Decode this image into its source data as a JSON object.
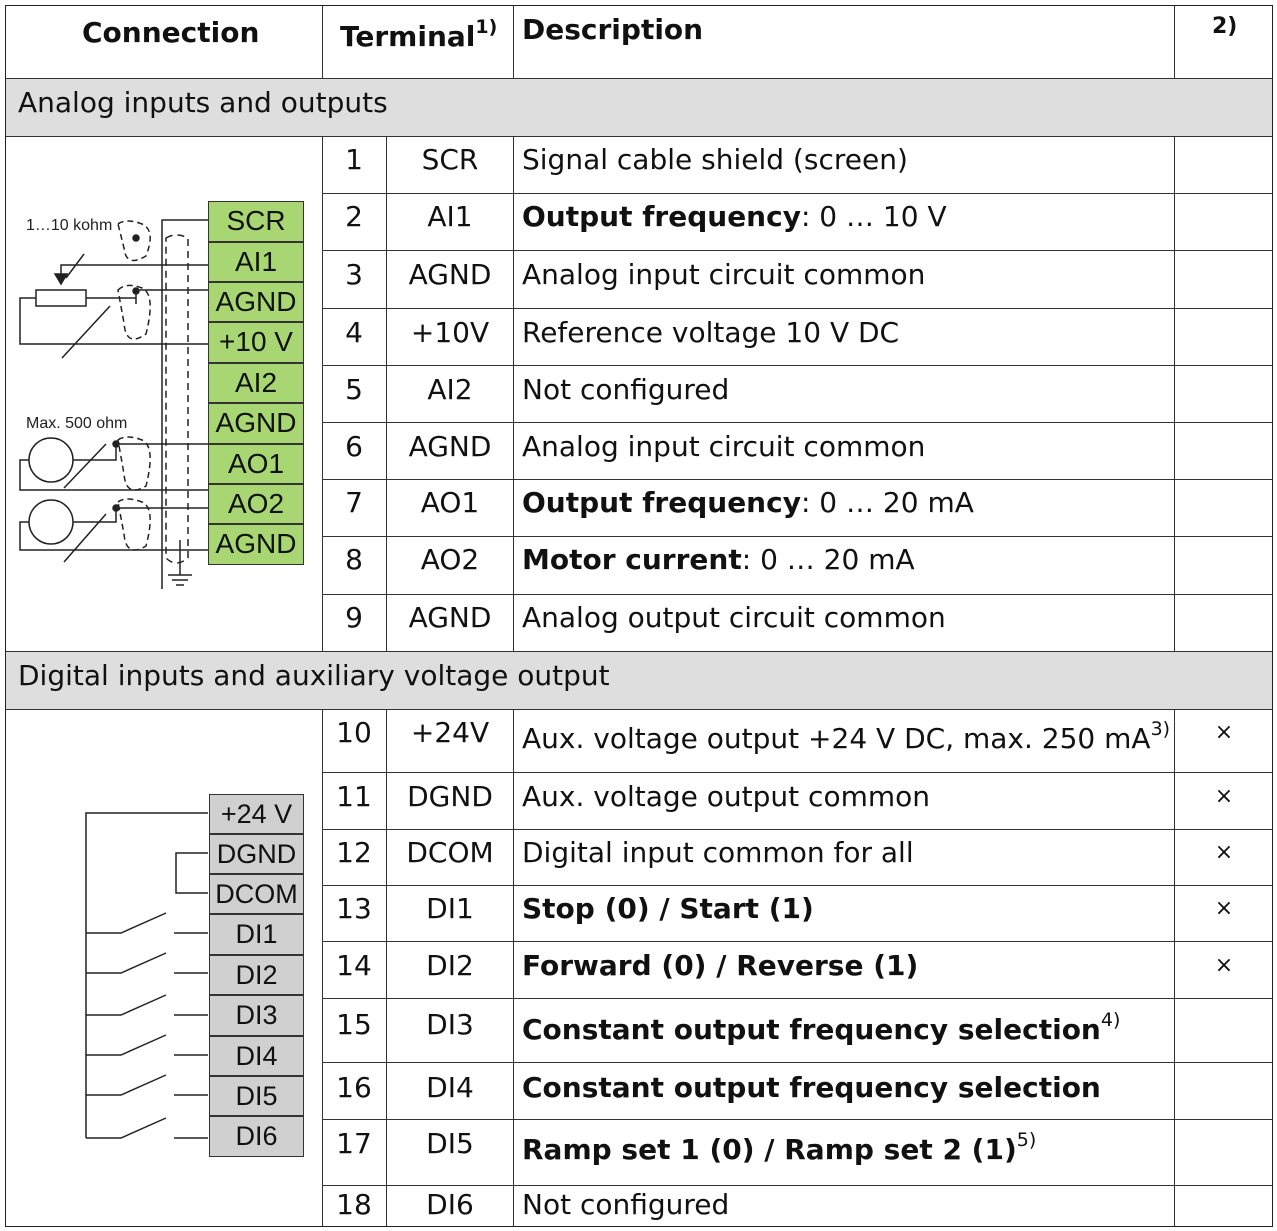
{
  "header": {
    "connection": "Connection",
    "terminal": "Terminal",
    "terminal_note": "1)",
    "description": "Description",
    "col4_note": "2)"
  },
  "sections": {
    "analog": "Analog inputs and outputs",
    "digital": "Digital inputs and auxiliary voltage output"
  },
  "analog_rows": [
    {
      "num": "1",
      "terminal": "SCR",
      "bold": "",
      "text": "Signal cable shield (screen)"
    },
    {
      "num": "2",
      "terminal": "AI1",
      "bold": "Output frequency",
      "text": ": 0 … 10 V"
    },
    {
      "num": "3",
      "terminal": "AGND",
      "bold": "",
      "text": "Analog input circuit common"
    },
    {
      "num": "4",
      "terminal": "+10V",
      "bold": "",
      "text": "Reference voltage 10 V DC"
    },
    {
      "num": "5",
      "terminal": "AI2",
      "bold": "",
      "text": "Not configured"
    },
    {
      "num": "6",
      "terminal": "AGND",
      "bold": "",
      "text": "Analog input circuit common"
    },
    {
      "num": "7",
      "terminal": "AO1",
      "bold": "Output frequency",
      "text": ": 0 … 20 mA"
    },
    {
      "num": "8",
      "terminal": "AO2",
      "bold": "Motor current",
      "text": ": 0 … 20 mA"
    },
    {
      "num": "9",
      "terminal": "AGND",
      "bold": "",
      "text": "Analog output circuit common"
    }
  ],
  "digital_rows": [
    {
      "num": "10",
      "terminal": "+24V",
      "bold": "",
      "text": "Aux. voltage output +24 V DC, max. 250 mA",
      "note": "3)",
      "mark": "×"
    },
    {
      "num": "11",
      "terminal": "DGND",
      "bold": "",
      "text": "Aux. voltage output common",
      "note": "",
      "mark": "×"
    },
    {
      "num": "12",
      "terminal": "DCOM",
      "bold": "",
      "text": "Digital input common for all",
      "note": "",
      "mark": "×"
    },
    {
      "num": "13",
      "terminal": "DI1",
      "bold": "Stop (0) / Start (1)",
      "text": "",
      "note": "",
      "mark": "×"
    },
    {
      "num": "14",
      "terminal": "DI2",
      "bold": "Forward (0) / Reverse (1)",
      "text": "",
      "note": "",
      "mark": "×"
    },
    {
      "num": "15",
      "terminal": "DI3",
      "bold": "Constant output frequency selection",
      "text": "",
      "note": "4)",
      "mark": ""
    },
    {
      "num": "16",
      "terminal": "DI4",
      "bold": "Constant output frequency selection",
      "text": "",
      "note": "",
      "mark": ""
    },
    {
      "num": "17",
      "terminal": "DI5",
      "bold": "Ramp set 1 (0) / Ramp set 2 (1)",
      "text": "",
      "note": "5)",
      "mark": ""
    },
    {
      "num": "18",
      "terminal": "DI6",
      "bold": "",
      "text": "Not configured",
      "note": "",
      "mark": ""
    }
  ],
  "analog_diagram": {
    "terminals": [
      "SCR",
      "AI1",
      "AGND",
      "+10 V",
      "AI2",
      "AGND",
      "AO1",
      "AO2",
      "AGND"
    ],
    "pot_label": "1…10 kohm",
    "meter_label": "Max. 500 ohm",
    "terminal_color": "#a7d672"
  },
  "digital_diagram": {
    "terminals": [
      "+24 V",
      "DGND",
      "DCOM",
      "DI1",
      "DI2",
      "DI3",
      "DI4",
      "DI5",
      "DI6"
    ],
    "terminal_color": "#d0d0d0"
  }
}
